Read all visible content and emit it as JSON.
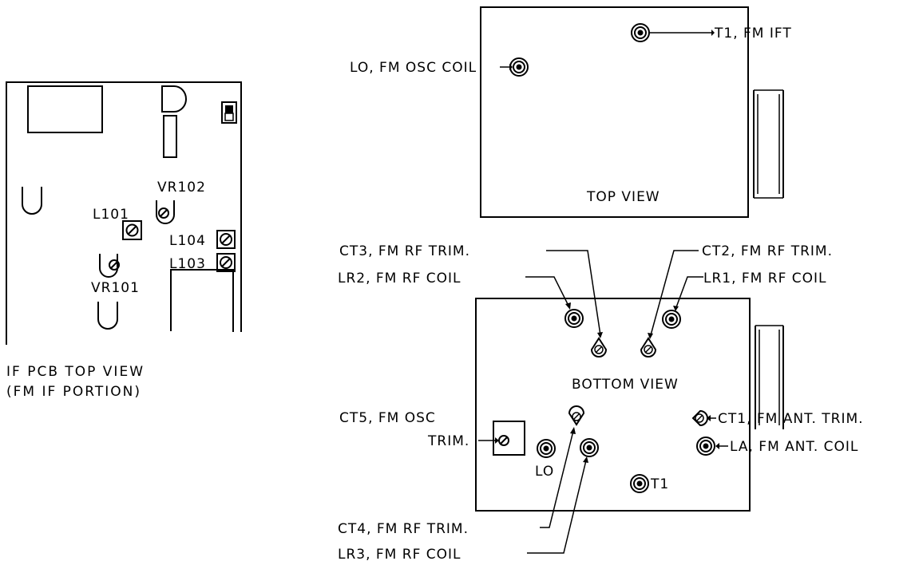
{
  "if_pcb": {
    "components": {
      "vr102": "VR102",
      "l101": "L101",
      "l104": "L104",
      "l103": "L103",
      "vr101": "VR101"
    },
    "caption_line1": "IF PCB TOP VIEW",
    "caption_line2": "(FM IF PORTION)"
  },
  "top_view": {
    "title": "TOP VIEW",
    "callouts": {
      "t1": "T1, FM IFT",
      "lo": "LO, FM OSC COIL"
    }
  },
  "bottom_view": {
    "title": "BOTTOM VIEW",
    "callouts": {
      "ct3": "CT3, FM RF TRIM.",
      "lr2": "LR2, FM RF COIL",
      "ct2": "CT2, FM RF TRIM.",
      "lr1": "LR1, FM RF COIL",
      "ct5_line1": "CT5, FM OSC",
      "ct5_line2": "TRIM.",
      "ct1": "CT1, FM ANT. TRIM.",
      "la": "LA, FM ANT. COIL",
      "ct4": "CT4, FM RF TRIM.",
      "lr3": "LR3, FM RF COIL"
    },
    "inline_labels": {
      "lo": "LO",
      "t1": "T1"
    }
  }
}
